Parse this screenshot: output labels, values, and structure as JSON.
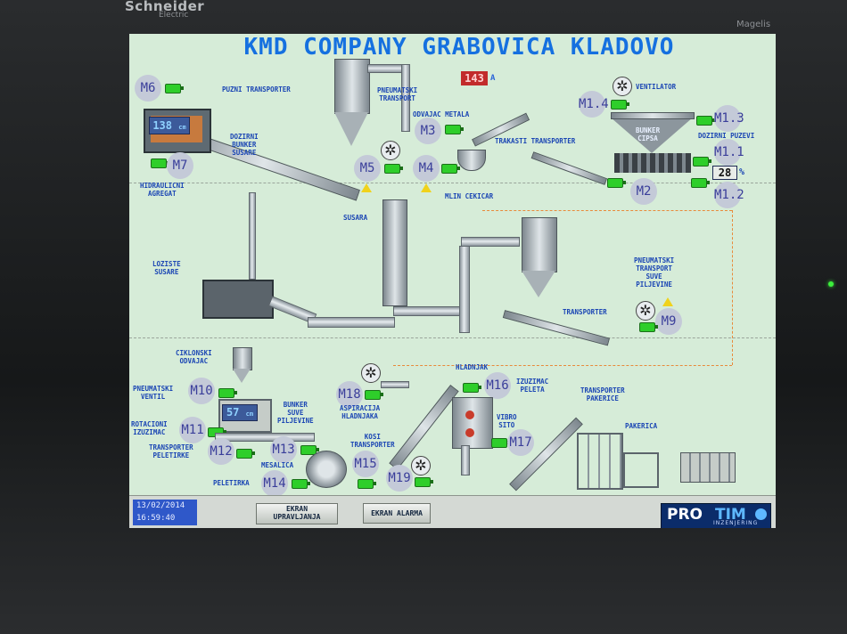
{
  "bezel": {
    "brand": "Schneider",
    "brand_sub": "Electric",
    "model": "Magelis"
  },
  "title": "KMD COMPANY GRABOVICA KLADOVO",
  "amperage": {
    "value": "143",
    "unit": "A"
  },
  "readouts": {
    "bunker_level": {
      "value": "138",
      "unit": "cm"
    },
    "silo_level": {
      "value": "57",
      "unit": "cm"
    },
    "screw_percent": {
      "value": "28",
      "unit": "%"
    }
  },
  "motors": [
    "M6",
    "M7",
    "M5",
    "M4",
    "M3",
    "M1.4",
    "M1.3",
    "M1.1",
    "M1.2",
    "M2",
    "M9",
    "M10",
    "M11",
    "M12",
    "M13",
    "M14",
    "M18",
    "M15",
    "M19",
    "M16",
    "M17"
  ],
  "labels": {
    "puzni_transporter": "PUZNI TRANSPORTER",
    "pneumatski_transport": "PNEUMATSKI\nTRANSPORT",
    "odvajac_metala": "ODVAJAC METALA",
    "ventilator": "VENTILATOR",
    "dozirni_bunker": "DOZIRNI\nBUNKER\nSUSARE",
    "hidraulicni": "HIDRAULICNI\nAGREGAT",
    "trakasti": "TRAKASTI TRANSPORTER",
    "bunker_cipsa": "BUNKER\nCIPSA",
    "dozirni_puzevi": "DOZIRNI PUZEVI",
    "mlin": "MLIN CEKICAR",
    "susara": "SUSARA",
    "loziste": "LOZISTE\nSUSARE",
    "pneumatski_suve": "PNEUMATSKI\nTRANSPORT\nSUVE\nPILJEVINE",
    "transporter": "TRANSPORTER",
    "ciklonski": "CIKLONSKI\nODVAJAC",
    "pneumatski_ventil": "PNEUMATSKI\nVENTIL",
    "rotacioni": "ROTACIONI\nIZUZIMAC",
    "transporter_peletirke": "TRANSPORTER\nPELETIRKE",
    "peletirka": "PELETIRKA",
    "mesalica": "MESALICA",
    "bunker_suve": "BUNKER\nSUVE\nPILJEVINE",
    "aspiracija": "ASPIRACIJA\nHLADNJAKA",
    "kosi": "KOSI\nTRANSPORTER",
    "hladnjak": "HLADNJAK",
    "izuzimac_peleta": "IZUZIMAC\nPELETA",
    "vibro_sito": "VIBRO\nSITO",
    "transporter_pakerice": "TRANSPORTER\nPAKERICE",
    "pakerica": "PAKERICA"
  },
  "status_bar": {
    "date": "13/02/2014",
    "time": "16:59:40",
    "btn_upravljanja": "EKRAN\nUPRAVLJANJA",
    "btn_alarma": "EKRAN ALARMA",
    "logo_a": "PRO",
    "logo_b": "TIM",
    "logo_sub": "INZENJERING"
  },
  "colors": {
    "screen_bg": "#d6ecd8",
    "label": "#1b46b4",
    "motor_on": "#2ece2a",
    "title": "#1570e0"
  }
}
